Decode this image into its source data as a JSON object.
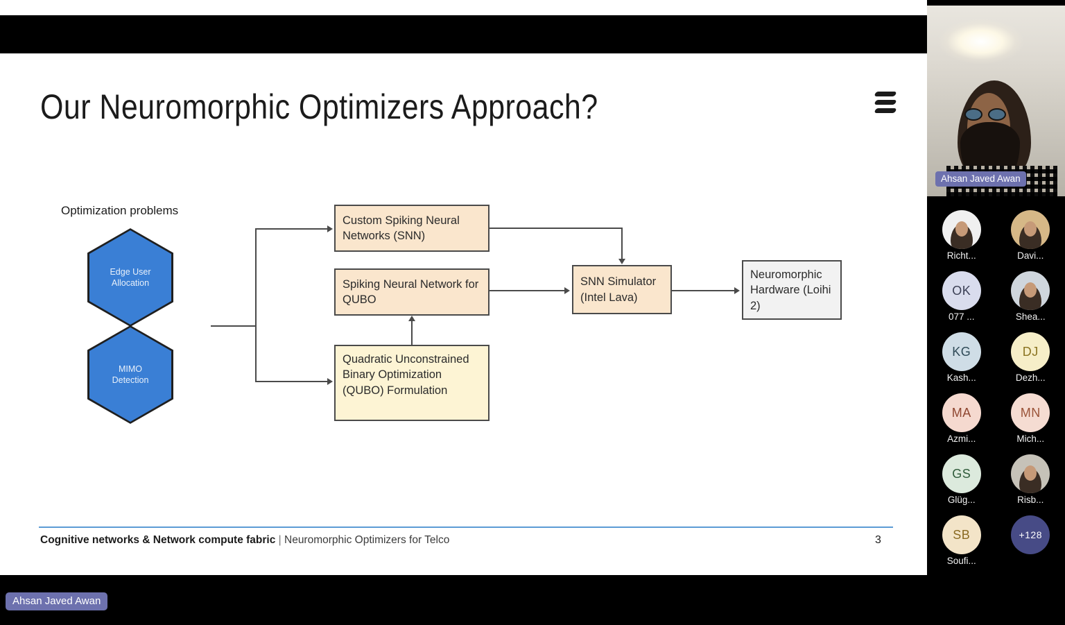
{
  "slide": {
    "title": "Our Neuromorphic Optimizers Approach?",
    "logo_name": "ericsson-logo",
    "diagram": {
      "group_label": "Optimization problems",
      "hexagons": [
        {
          "id": "edge-user-allocation",
          "line1": "Edge User",
          "line2": "Allocation",
          "color": "#3a7fd5"
        },
        {
          "id": "mimo-detection",
          "line1": "MIMO",
          "line2": "Detection",
          "color": "#3a7fd5"
        }
      ],
      "boxes": [
        {
          "id": "custom-snn",
          "text": "Custom Spiking Neural Networks (SNN)",
          "color": "#fae6cd"
        },
        {
          "id": "snn-for-qubo",
          "text": "Spiking Neural Network for QUBO",
          "color": "#fae6cd"
        },
        {
          "id": "qubo-formulation",
          "text": "Quadratic Unconstrained Binary Optimization (QUBO) Formulation",
          "color": "#fdf4d4"
        },
        {
          "id": "snn-simulator",
          "text": "SNN Simulator (Intel Lava)",
          "color": "#fae6cd"
        },
        {
          "id": "neuromorphic-hardware",
          "text": "Neuromorphic Hardware (Loihi 2)",
          "color": "#f2f2f2"
        }
      ]
    },
    "footer": {
      "bold": "Cognitive networks & Network compute fabric",
      "separator": "|",
      "subtitle": "Neuromorphic Optimizers for Telco",
      "page_number": "3",
      "rule_color": "#5b9bd5"
    }
  },
  "presenter_badge": {
    "name": "Ahsan Javed Awan",
    "color": "#6d71ae"
  },
  "rail": {
    "main_video": {
      "name": "Ahsan Javed Awan",
      "badge_color": "#6d71ae"
    },
    "participants": [
      {
        "name": "Richt...",
        "type": "photo",
        "initials": "",
        "bg": "#f0f0f0"
      },
      {
        "name": "Davi...",
        "type": "photo",
        "initials": "",
        "bg": "#d6b887"
      },
      {
        "name": "077 ...",
        "type": "initials",
        "initials": "OK",
        "bg": "#d9dced",
        "fg": "#3b3f55"
      },
      {
        "name": "Shea...",
        "type": "photo",
        "initials": "",
        "bg": "#cfd6dd"
      },
      {
        "name": "Kash...",
        "type": "initials",
        "initials": "KG",
        "bg": "#cfdde6",
        "fg": "#2f4a57"
      },
      {
        "name": "Dezh...",
        "type": "initials",
        "initials": "DJ",
        "bg": "#f6eec8",
        "fg": "#8a7320"
      },
      {
        "name": "Azmi...",
        "type": "initials",
        "initials": "MA",
        "bg": "#f5d9cf",
        "fg": "#8e4630"
      },
      {
        "name": "Mich...",
        "type": "initials",
        "initials": "MN",
        "bg": "#f5dcd2",
        "fg": "#9a5338"
      },
      {
        "name": "Glüg...",
        "type": "initials",
        "initials": "GS",
        "bg": "#dceadd",
        "fg": "#2f5b3a"
      },
      {
        "name": "Risb...",
        "type": "photo",
        "initials": "",
        "bg": "#c6c2b8"
      },
      {
        "name": "Soufi...",
        "type": "initials",
        "initials": "SB",
        "bg": "#f3e4c8",
        "fg": "#8a6a22"
      },
      {
        "name": "+128",
        "type": "more",
        "initials": "+128",
        "bg": "#474b86",
        "fg": "#ffffff"
      }
    ]
  }
}
